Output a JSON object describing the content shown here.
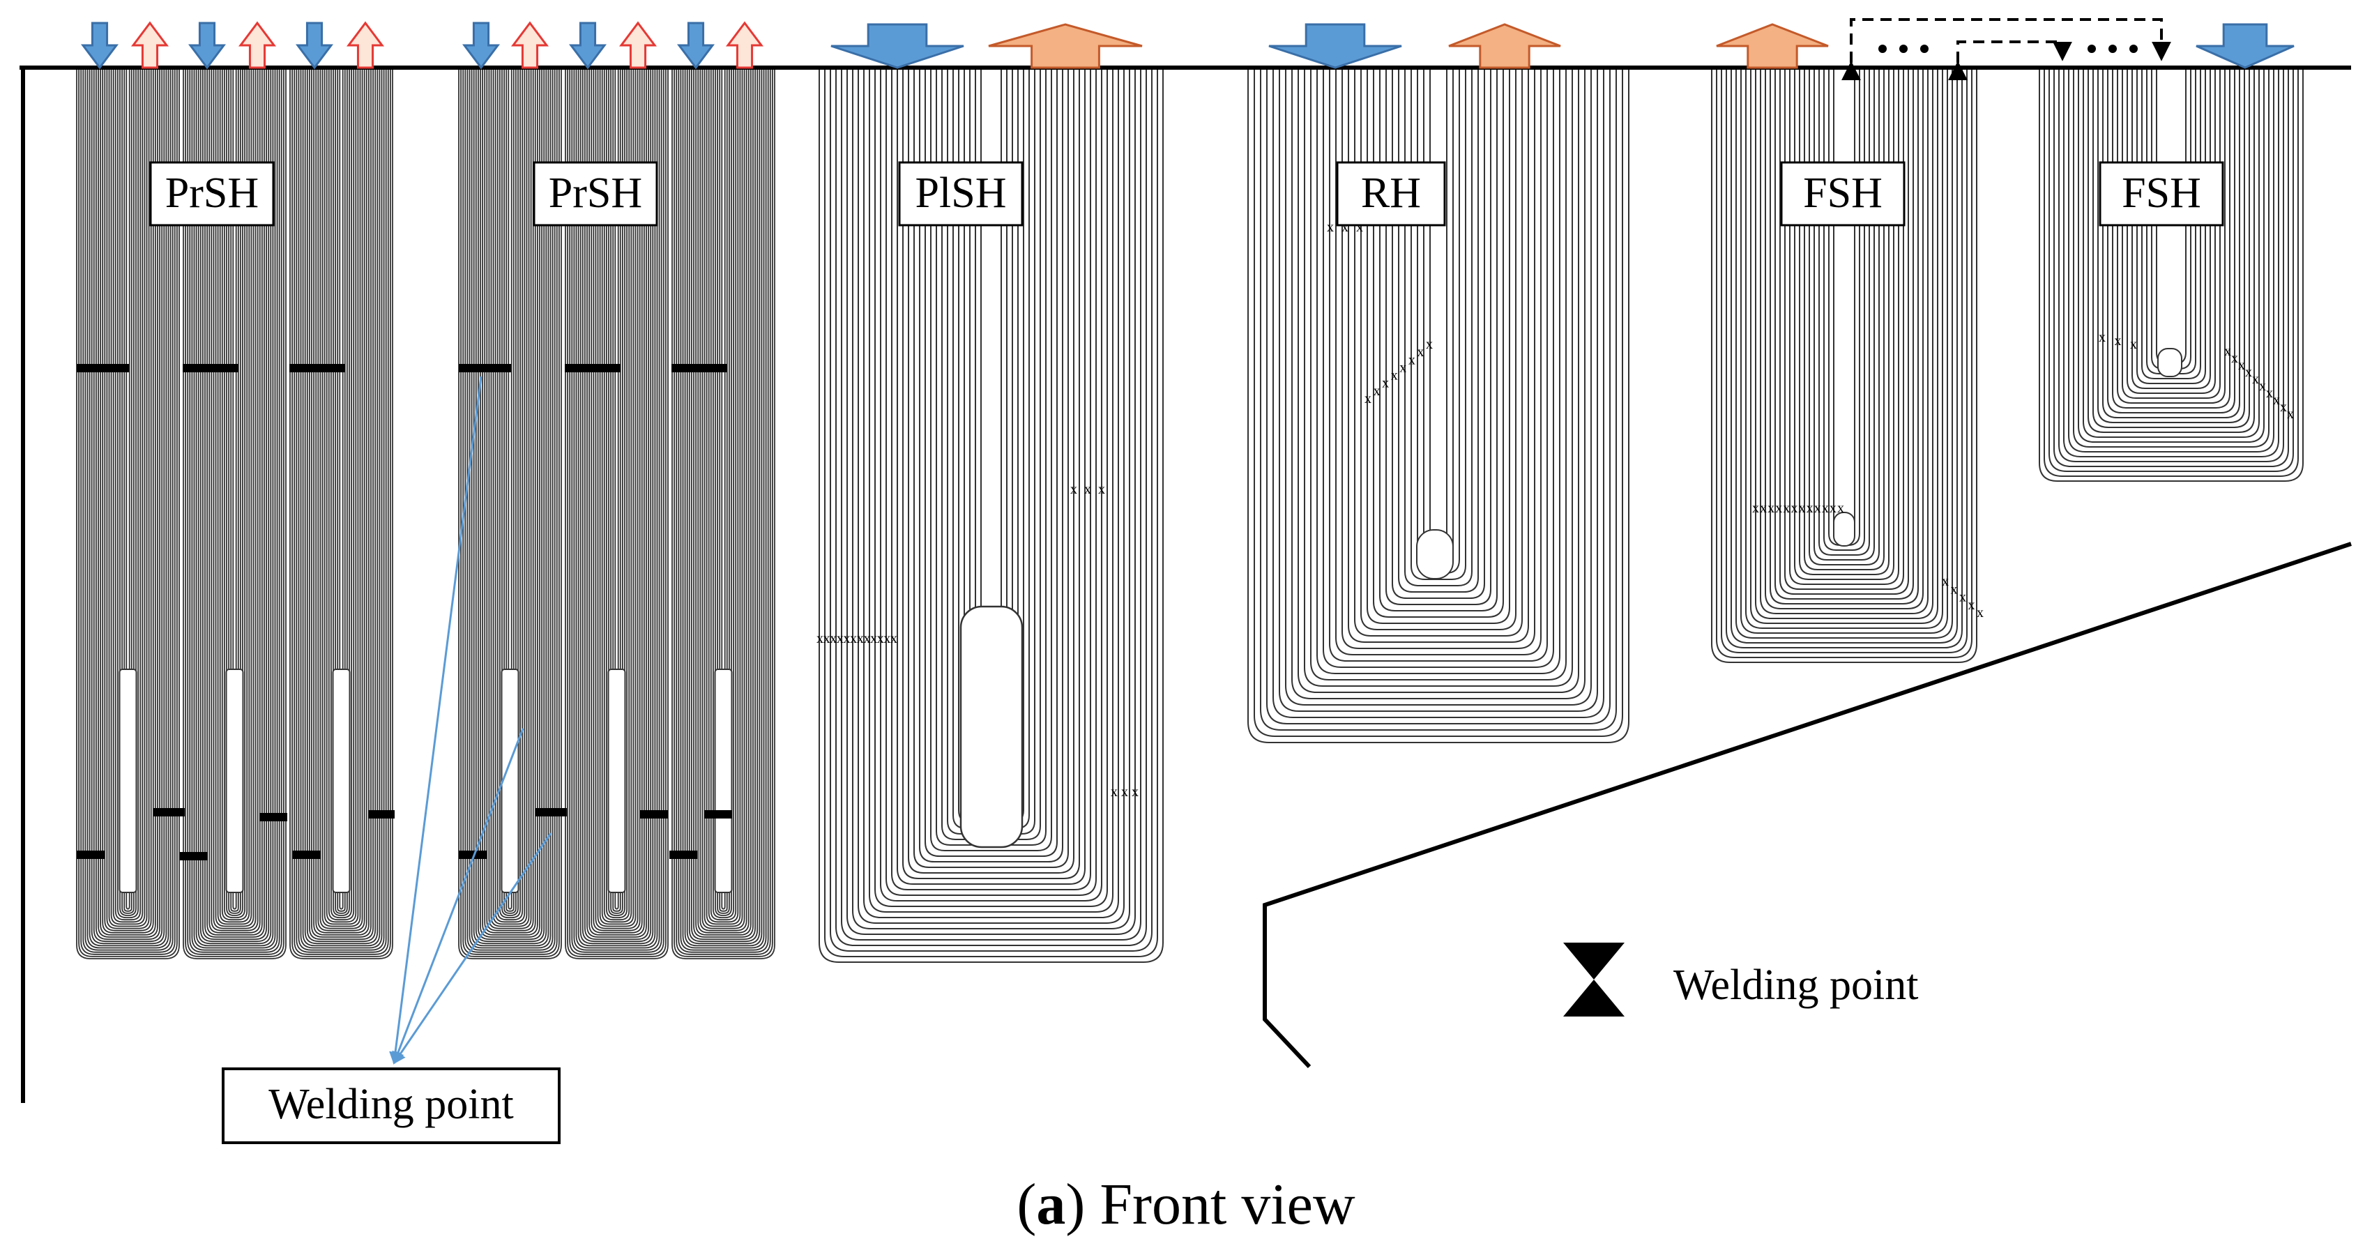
{
  "colors": {
    "inlet_arrow": "#5b9bd5",
    "outlet_arrow": "#f4b183",
    "outlet_arrow_small_stroke": "#e53935",
    "tube": "#333333",
    "line": "#000000",
    "leader": "#5b9bd5"
  },
  "sections": [
    {
      "id": "prsh-1",
      "label": "PrSH"
    },
    {
      "id": "prsh-2",
      "label": "PrSH"
    },
    {
      "id": "plsh",
      "label": "PlSH"
    },
    {
      "id": "rh",
      "label": "RH"
    },
    {
      "id": "fsh-1",
      "label": "FSH"
    },
    {
      "id": "fsh-2",
      "label": "FSH"
    }
  ],
  "flow_arrows": [
    {
      "dir": "down",
      "kind": "inlet"
    },
    {
      "dir": "up",
      "kind": "outlet"
    },
    {
      "dir": "down",
      "kind": "inlet"
    },
    {
      "dir": "up",
      "kind": "outlet"
    },
    {
      "dir": "down",
      "kind": "inlet"
    },
    {
      "dir": "up",
      "kind": "outlet"
    },
    {
      "dir": "down",
      "kind": "inlet"
    },
    {
      "dir": "up",
      "kind": "outlet"
    },
    {
      "dir": "down",
      "kind": "inlet"
    },
    {
      "dir": "up",
      "kind": "outlet"
    },
    {
      "dir": "down",
      "kind": "inlet"
    },
    {
      "dir": "up",
      "kind": "outlet"
    },
    {
      "dir": "down",
      "kind": "inlet"
    },
    {
      "dir": "up",
      "kind": "outlet"
    },
    {
      "dir": "down",
      "kind": "inlet"
    },
    {
      "dir": "up",
      "kind": "outlet"
    },
    {
      "dir": "up",
      "kind": "outlet"
    },
    {
      "dir": "down",
      "kind": "inlet"
    }
  ],
  "callout": {
    "label": "Welding point"
  },
  "legend": {
    "symbol": "hourglass-icon",
    "label": "Welding point"
  },
  "caption": {
    "letter": "a",
    "rest": ") Front view",
    "open": "("
  }
}
